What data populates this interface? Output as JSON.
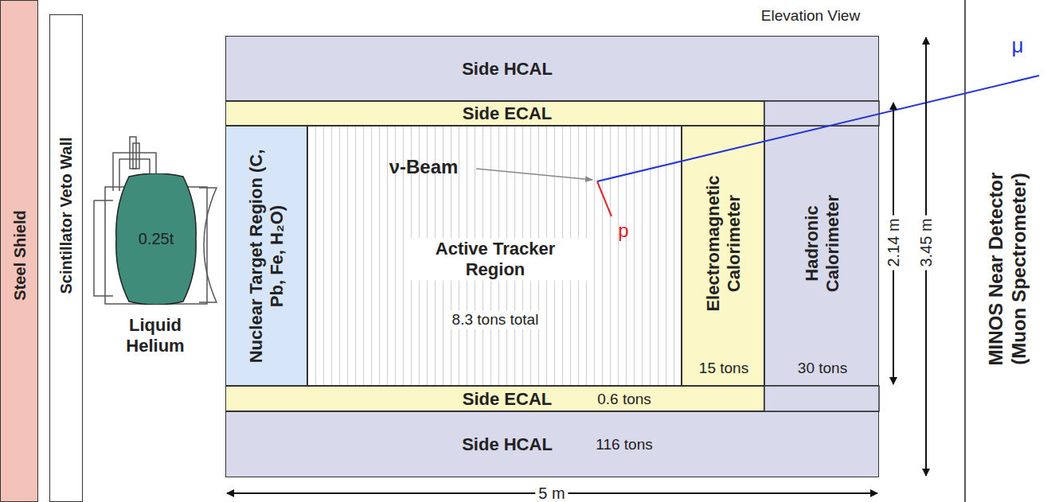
{
  "diagram": {
    "nodes": [
      {
        "text": [
          "Steel Shield"
        ]
      },
      {
        "text": [
          "Scintillator Veto Wall"
        ]
      },
      {
        "text": [
          "0.25t"
        ]
      },
      {
        "text": [
          "Side HCAL"
        ]
      },
      {
        "text": [
          "Side ECAL"
        ]
      },
      {
        "text": [
          "Nuclear Target Region (C, Pb, Fe, H₂O)"
        ]
      },
      {
        "text": [
          "Active Tracker Region",
          "8.3 tons total"
        ]
      },
      {
        "text": [
          "Electromagnetic Calorimeter",
          "15 tons"
        ]
      },
      {
        "text": [
          "Hadronic Calorimeter",
          "30 tons"
        ]
      },
      {
        "text": [
          "Side ECAL",
          "0.6 tons"
        ]
      },
      {
        "text": [
          "Side HCAL",
          "116 tons"
        ]
      }
    ],
    "labels": [
      "Elevation View",
      "Liquid Helium",
      "ν-Beam",
      "μ",
      "p",
      "2.14 m",
      "3.45 m",
      "5 m",
      "MINOS Near Detector (Muon Spectrometer)"
    ]
  }
}
